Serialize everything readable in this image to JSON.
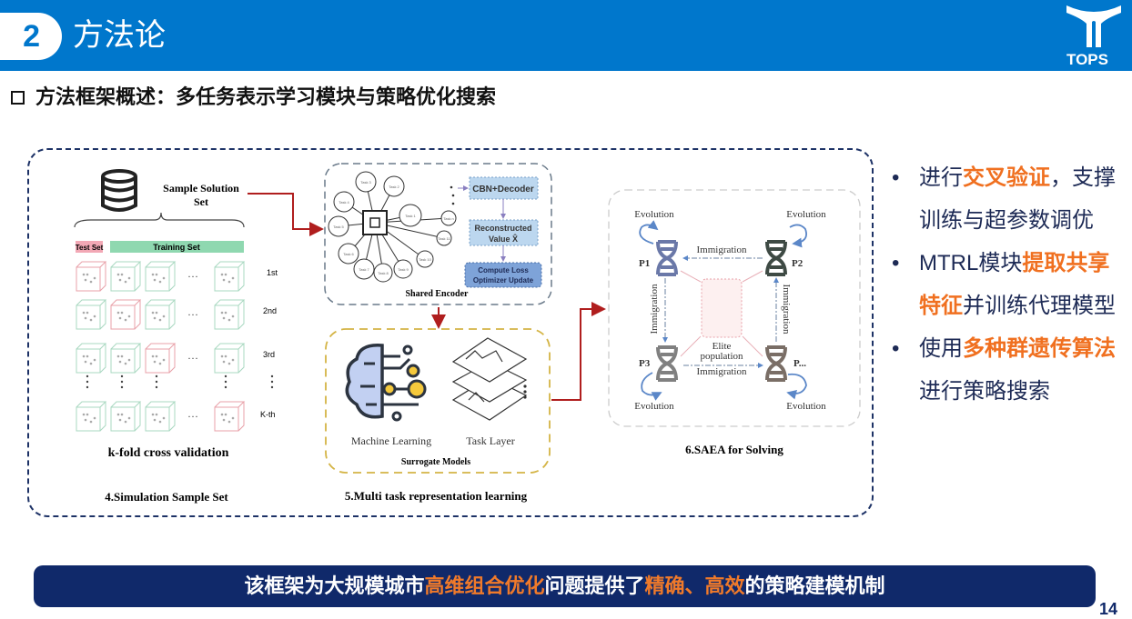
{
  "header": {
    "section_number": "2",
    "title": "方法论",
    "logo_text": "TOPS",
    "brand_color": "#0077cc"
  },
  "subtitle": "方法框架概述：多任务表示学习模块与策略优化搜索",
  "panel4": {
    "sample_solution_set": [
      "Sample Solution",
      "Set"
    ],
    "test_set": "Test Set",
    "training_set": "Training Set",
    "rows": [
      "1st",
      "2nd",
      "3rd",
      "K-th"
    ],
    "caption_kfold": "k-fold cross validation",
    "title": "4.Simulation Sample Set"
  },
  "panel5": {
    "tasks": [
      "Task 3",
      "Task 2",
      "Task 4",
      "Task 1",
      "Task 5",
      "Task 6",
      "Task 7",
      "Task 8",
      "Task 9",
      "Task 10",
      "Task 11",
      "Task n"
    ],
    "cbn_decoder": "CBN+Decoder",
    "reconstructed": [
      "Reconstructed",
      "Value X̂"
    ],
    "compute": [
      "Compute Loss",
      "Optimizer Update"
    ],
    "shared_encoder": "Shared Encoder",
    "machine_learning": "Machine Learning",
    "task_layer": "Task Layer",
    "surrogate_models": "Surrogate Models",
    "title": "5.Multi task representation learning"
  },
  "panel6": {
    "evolution": "Evolution",
    "immigration": "Immigration",
    "populations": [
      "P1",
      "P2",
      "P3",
      "P..."
    ],
    "elite": [
      "Elite",
      "population"
    ],
    "title": "6.SAEA for Solving"
  },
  "bullets": [
    {
      "parts": [
        {
          "t": "进行",
          "hl": false
        },
        {
          "t": "交叉验证",
          "hl": true
        },
        {
          "t": "，支撑训练与超参数调优",
          "hl": false
        }
      ]
    },
    {
      "parts": [
        {
          "t": "MTRL模块",
          "hl": false
        },
        {
          "t": "提取共享特征",
          "hl": true
        },
        {
          "t": "并训练代理模型",
          "hl": false
        }
      ]
    },
    {
      "parts": [
        {
          "t": "使用",
          "hl": false
        },
        {
          "t": "多种群遗传算法",
          "hl": true
        },
        {
          "t": "进行策略搜索",
          "hl": false
        }
      ]
    }
  ],
  "bottom": {
    "parts": [
      {
        "t": "该框架为大规模城市",
        "hl": false
      },
      {
        "t": "高维组合优化",
        "hl": true
      },
      {
        "t": "问题提供了",
        "hl": false
      },
      {
        "t": "精确、高效",
        "hl": true
      },
      {
        "t": "的策略建模机制",
        "hl": false
      }
    ]
  },
  "page_number": "14",
  "colors": {
    "highlight": "#f07020",
    "navy": "#10296a"
  }
}
